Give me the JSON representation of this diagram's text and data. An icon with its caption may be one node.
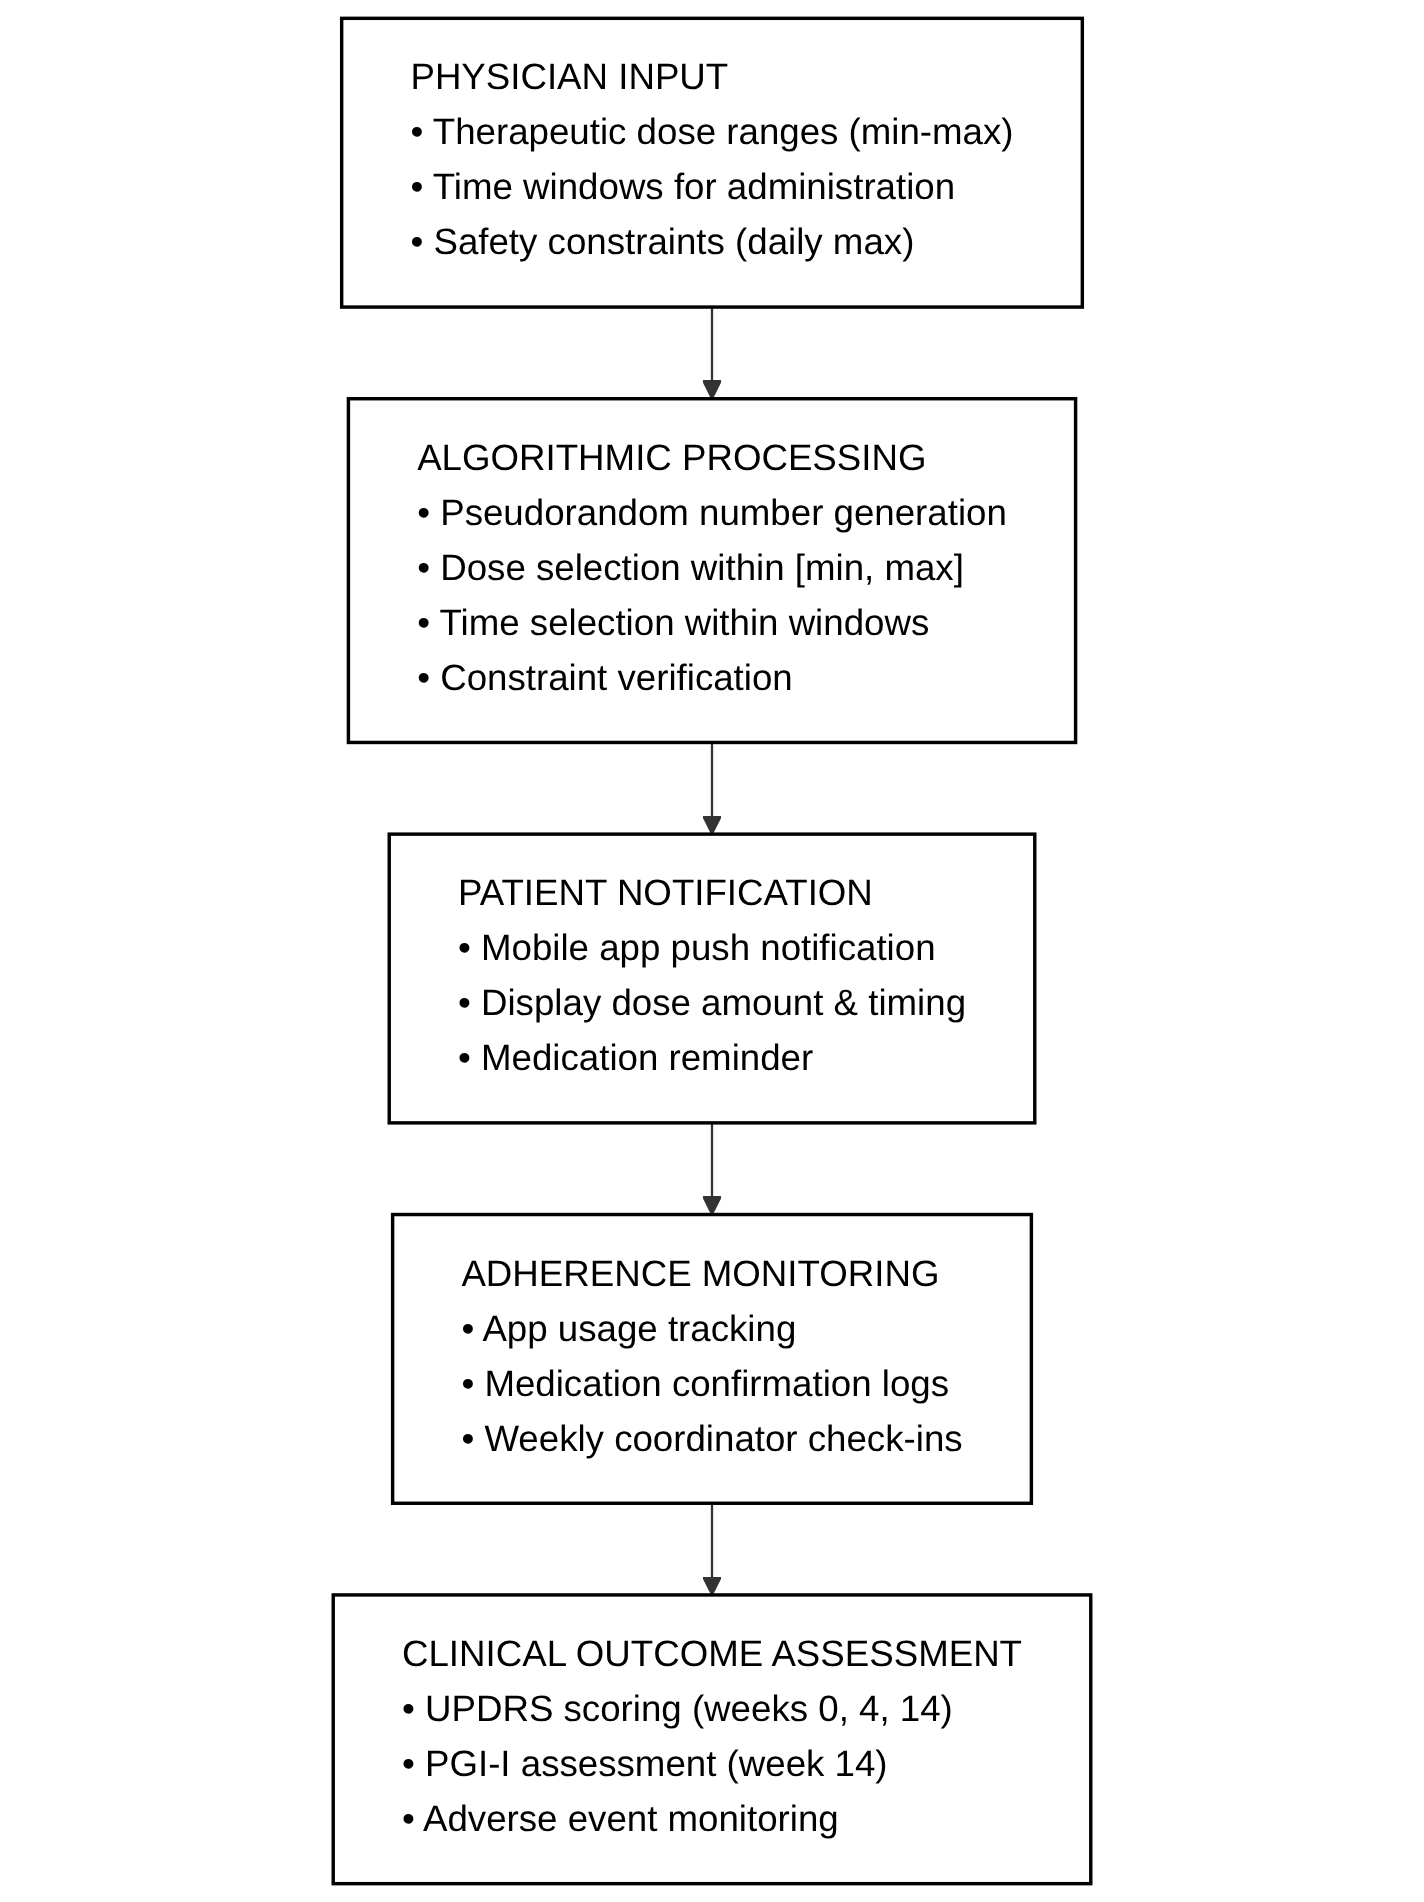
{
  "diagram": {
    "nodes": [
      {
        "text": [
          "PHYSICIAN INPUT",
          "• Therapeutic dose ranges (min-max)",
          "• Time windows for administration",
          "• Safety constraints (daily max)"
        ]
      },
      {
        "text": [
          "ALGORITHMIC PROCESSING",
          "• Pseudorandom number generation",
          "• Dose selection within [min, max]",
          "• Time selection within windows",
          "• Constraint verification"
        ]
      },
      {
        "text": [
          "PATIENT NOTIFICATION",
          "• Mobile app push notification",
          "• Display dose amount & timing",
          "• Medication reminder"
        ]
      },
      {
        "text": [
          "ADHERENCE MONITORING",
          "• App usage tracking",
          "• Medication confirmation logs",
          "• Weekly coordinator check-ins"
        ]
      },
      {
        "text": [
          "CLINICAL OUTCOME ASSESSMENT",
          "• UPDRS scoring (weeks 0, 4, 14)",
          "• PGI-I assessment (week 14)",
          "• Adverse event monitoring"
        ]
      }
    ],
    "edges": [
      {
        "from": 0,
        "to": 1,
        "arrow": "to"
      },
      {
        "from": 1,
        "to": 2,
        "arrow": "to"
      },
      {
        "from": 2,
        "to": 3,
        "arrow": "to"
      },
      {
        "from": 3,
        "to": 4,
        "arrow": "to"
      }
    ]
  }
}
